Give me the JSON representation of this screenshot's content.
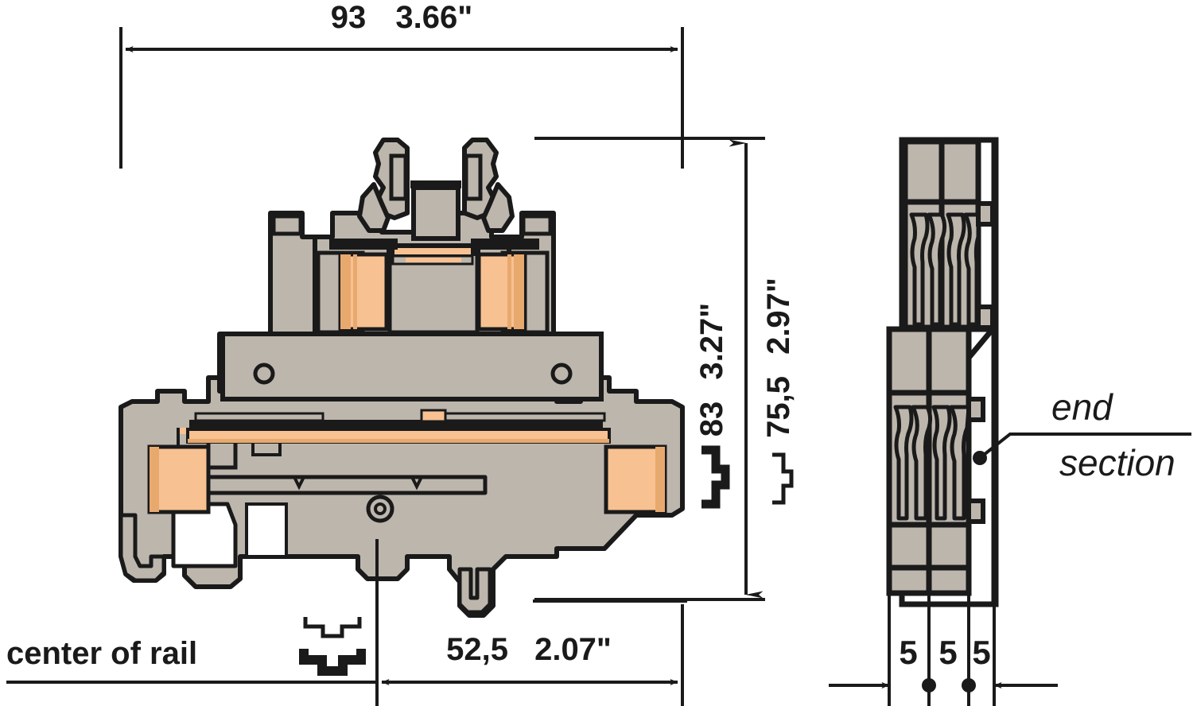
{
  "drawing": {
    "title": "terminal block cross-section dimensional drawing",
    "colors": {
      "line": "#1a1a1a",
      "housing_grey": "#bdb6ad",
      "housing_grey_dark": "#b3aba1",
      "contact_orange": "#f8c191",
      "contact_orange_dark": "#e8a96f",
      "background": "#ffffff"
    },
    "dimensions": {
      "overall_width": {
        "metric": "93",
        "imperial": "3.66\""
      },
      "height_above_rail": {
        "metric": "83",
        "imperial": "3.27\""
      },
      "height_second": {
        "metric": "75,5",
        "imperial": "2.97\""
      },
      "depth_front_of_rail": {
        "metric": "52,5",
        "imperial": "2.07\""
      },
      "pitch_1": "5",
      "pitch_2": "5",
      "pitch_3": "5"
    },
    "labels": {
      "center_of_rail": "center of rail",
      "end_section_line1": "end",
      "end_section_line2": "section"
    }
  }
}
